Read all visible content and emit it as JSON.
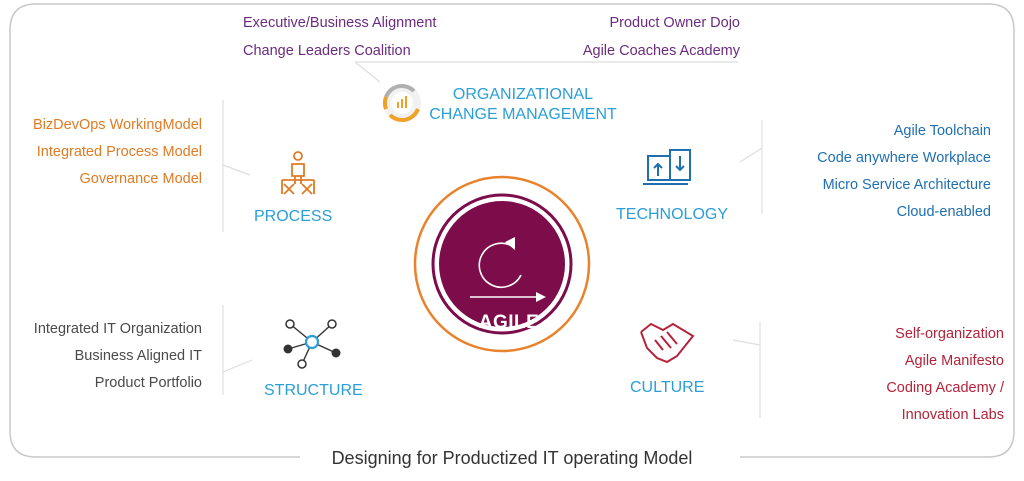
{
  "ocm": {
    "title_line1": "ORGANIZATIONAL",
    "title_line2": "CHANGE MANAGEMENT",
    "left_items": [
      "Executive/Business Alignment",
      "Change Leaders Coalition"
    ],
    "right_items": [
      "Product Owner Dojo",
      "Agile Coaches Academy"
    ],
    "icon": "change-cycle-icon"
  },
  "process": {
    "title": "PROCESS",
    "items": [
      "BizDevOps WorkingModel",
      "Integrated Process Model",
      "Governance Model"
    ],
    "icon": "process-flow-icon"
  },
  "technology": {
    "title": "TECHNOLOGY",
    "items": [
      "Agile Toolchain",
      "Code anywhere Workplace",
      "Micro Service Architecture",
      "Cloud-enabled"
    ],
    "icon": "laptop-upload-download-icon"
  },
  "structure": {
    "title": "STRUCTURE",
    "items": [
      "Integrated IT Organization",
      "Business Aligned IT",
      "Product Portfolio"
    ],
    "icon": "network-nodes-icon"
  },
  "culture": {
    "title": "CULTURE",
    "items": [
      "Self-organization",
      "Agile Manifesto",
      "Coding Academy /",
      "Innovation Labs"
    ],
    "icon": "handshake-icon"
  },
  "center": {
    "label": "AGILE",
    "icon": "iteration-cycle-icon"
  },
  "caption": "Designing for Productized IT operating Model",
  "colors": {
    "purple_text": "#6b2c7f",
    "orange_text": "#e07b24",
    "blue_text": "#1f6fb2",
    "grey_text": "#4a4a4a",
    "red_text": "#b4233a",
    "category_blue": "#2a9fd6",
    "agile_core": "#7d0c4a",
    "agile_ring": "#e8822b"
  }
}
